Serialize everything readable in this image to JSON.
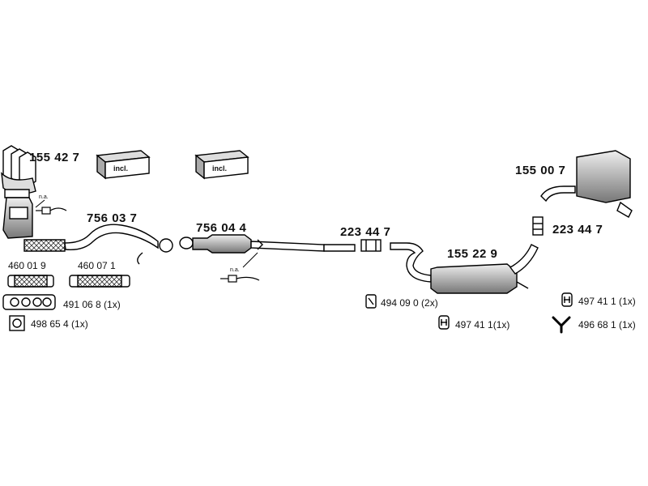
{
  "parts": {
    "p155427": "155 42 7",
    "p756037": "756 03 7",
    "p756044": "756 04 4",
    "p223447a": "223 44 7",
    "p155229": "155 22 9",
    "p155007": "155 00 7",
    "p223447b": "223 44 7",
    "p460019": "460 01 9",
    "p460071": "460 07 1"
  },
  "accessories": {
    "a491068": "491 06 8 (1x)",
    "a498654": "498 65 4 (1x)",
    "a494090": "494 09 0 (2x)",
    "a497411a": "497 41 1(1x)",
    "a497411b": "497 41 1 (1x)",
    "a496681": "496 68 1 (1x)"
  },
  "notes": {
    "incl1": "incl.",
    "incl2": "incl.",
    "na1": "n.a.",
    "na2": "n.a."
  }
}
